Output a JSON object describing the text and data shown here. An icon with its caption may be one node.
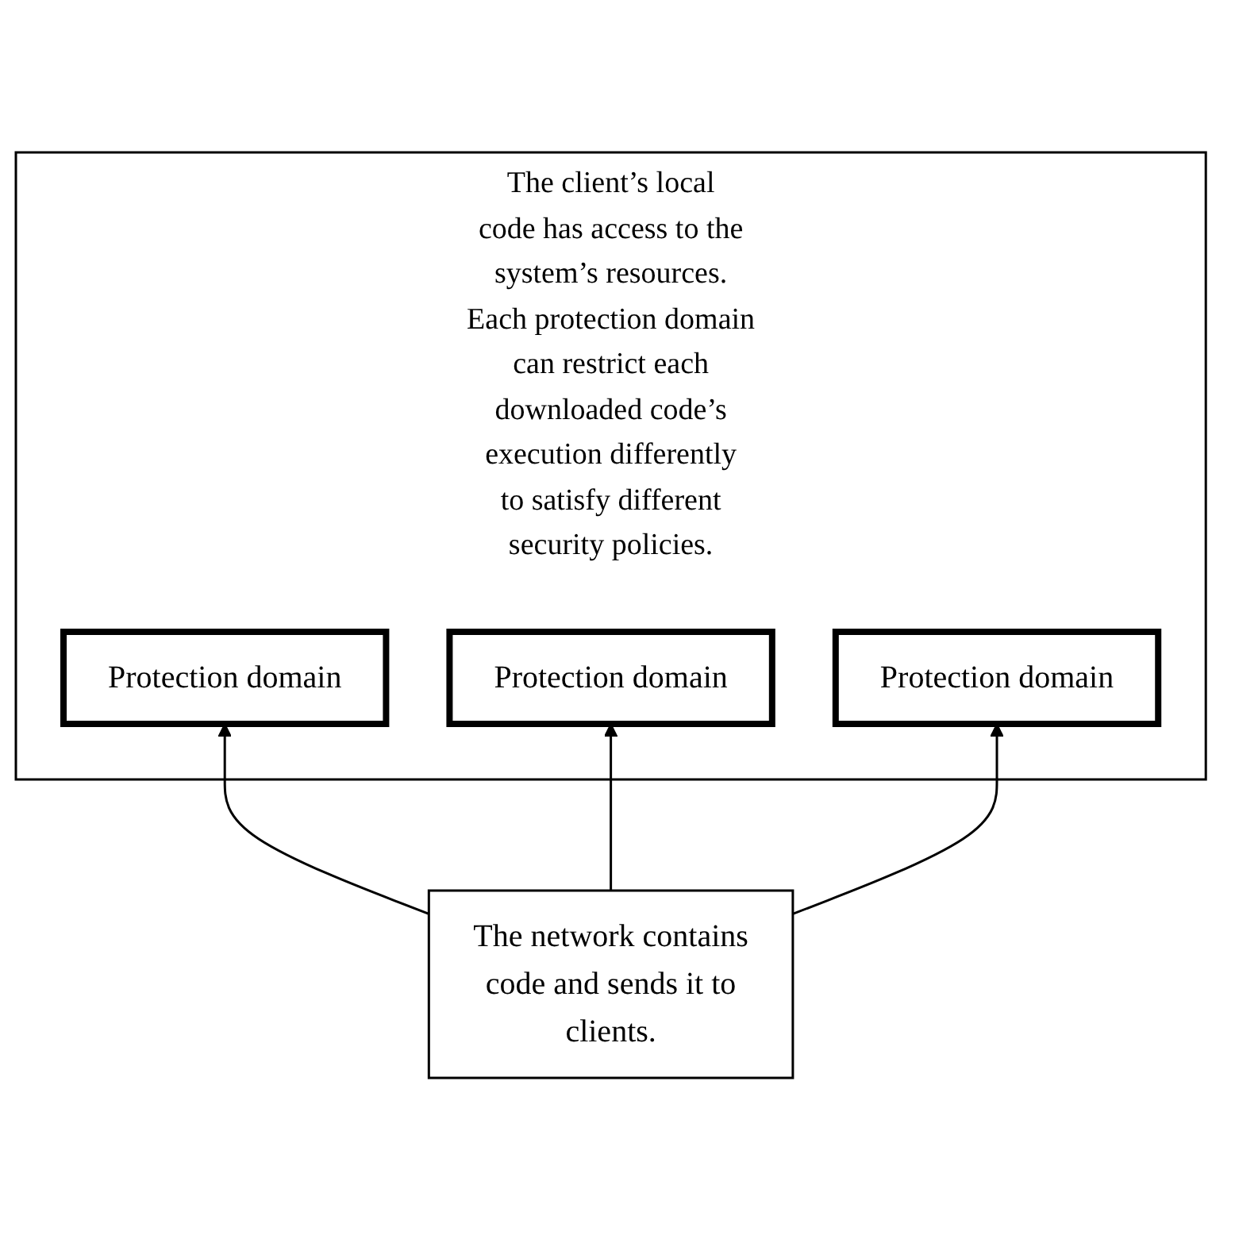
{
  "diagram": {
    "nodes": [
      {
        "text": [
          "The client’s local code has access to the system’s resources.",
          "Each protection domain can restrict each downloaded code’s execution differently to satisfy different security policies."
        ]
      },
      {
        "text": [
          "Protection domain"
        ],
        "in": 0
      },
      {
        "text": [
          "Protection domain"
        ],
        "in": 0
      },
      {
        "text": [
          "Protection domain"
        ],
        "in": 0
      },
      {
        "text": [
          "The network contains code and sends it to clients."
        ]
      }
    ],
    "edges": [
      {
        "from": 4,
        "to": 1,
        "arrow": "to"
      },
      {
        "from": 4,
        "to": 2,
        "arrow": "to"
      },
      {
        "from": 4,
        "to": 3,
        "arrow": "to"
      }
    ]
  }
}
